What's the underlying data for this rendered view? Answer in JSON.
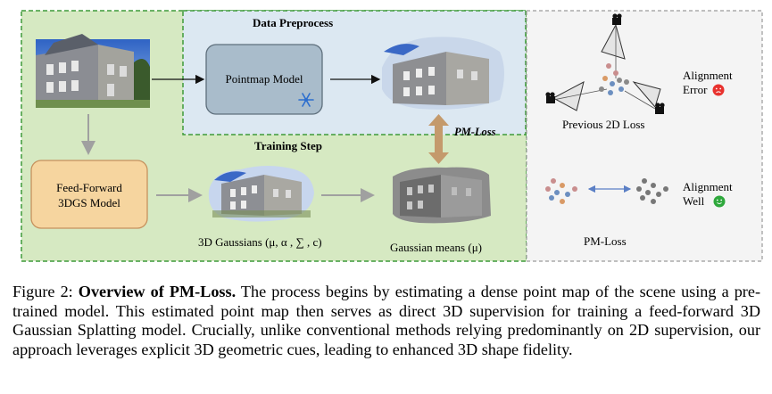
{
  "figure": {
    "data_preprocess_title": "Data Preprocess",
    "training_step_title": "Training Step",
    "pointmap_model_label": "Pointmap Model",
    "feedforward_label_line1": "Feed-Forward",
    "feedforward_label_line2": "3DGS Model",
    "gaussians_label": "3D Gaussians  (μ, α , ∑ , c)",
    "gaussian_means_label": "Gaussian means  (μ)",
    "pm_loss_arrow_label": "PM-Loss",
    "previous_loss_label": "Previous 2D Loss",
    "alignment_error_line1": "Alignment",
    "alignment_error_line2": "Error",
    "alignment_well_line1": "Alignment",
    "alignment_well_line2": "Well",
    "pm_loss_label": "PM-Loss",
    "colors": {
      "green_panel": "#d6e9c2",
      "green_border": "#3f9a3a",
      "blue_panel": "#dce8f2",
      "pointmap_box": "#a9bccb",
      "feedforward_box": "#f6d59f",
      "arrow_orange": "#c49a6c",
      "error_red": "#e8322e",
      "well_green": "#2ea83c"
    }
  },
  "caption": {
    "prefix": "Figure 2: ",
    "bold": "Overview of PM-Loss.",
    "body": " The process begins by estimating a dense point map of the scene using a pre-trained model. This estimated point map then serves as direct 3D supervision for training a feed-forward 3D Gaussian Splatting model. Crucially, unlike conventional methods relying predominantly on 2D supervision, our approach leverages explicit 3D geometric cues, leading to enhanced 3D shape fidelity."
  }
}
